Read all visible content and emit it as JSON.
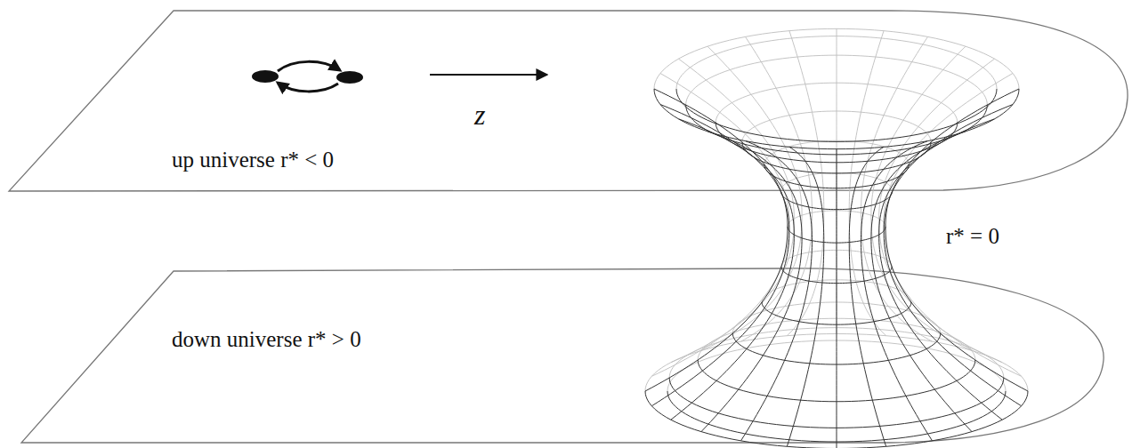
{
  "diagram": {
    "labels": [
      "z",
      "up universe r* < 0",
      "down universe r* > 0",
      "r* = 0"
    ]
  }
}
